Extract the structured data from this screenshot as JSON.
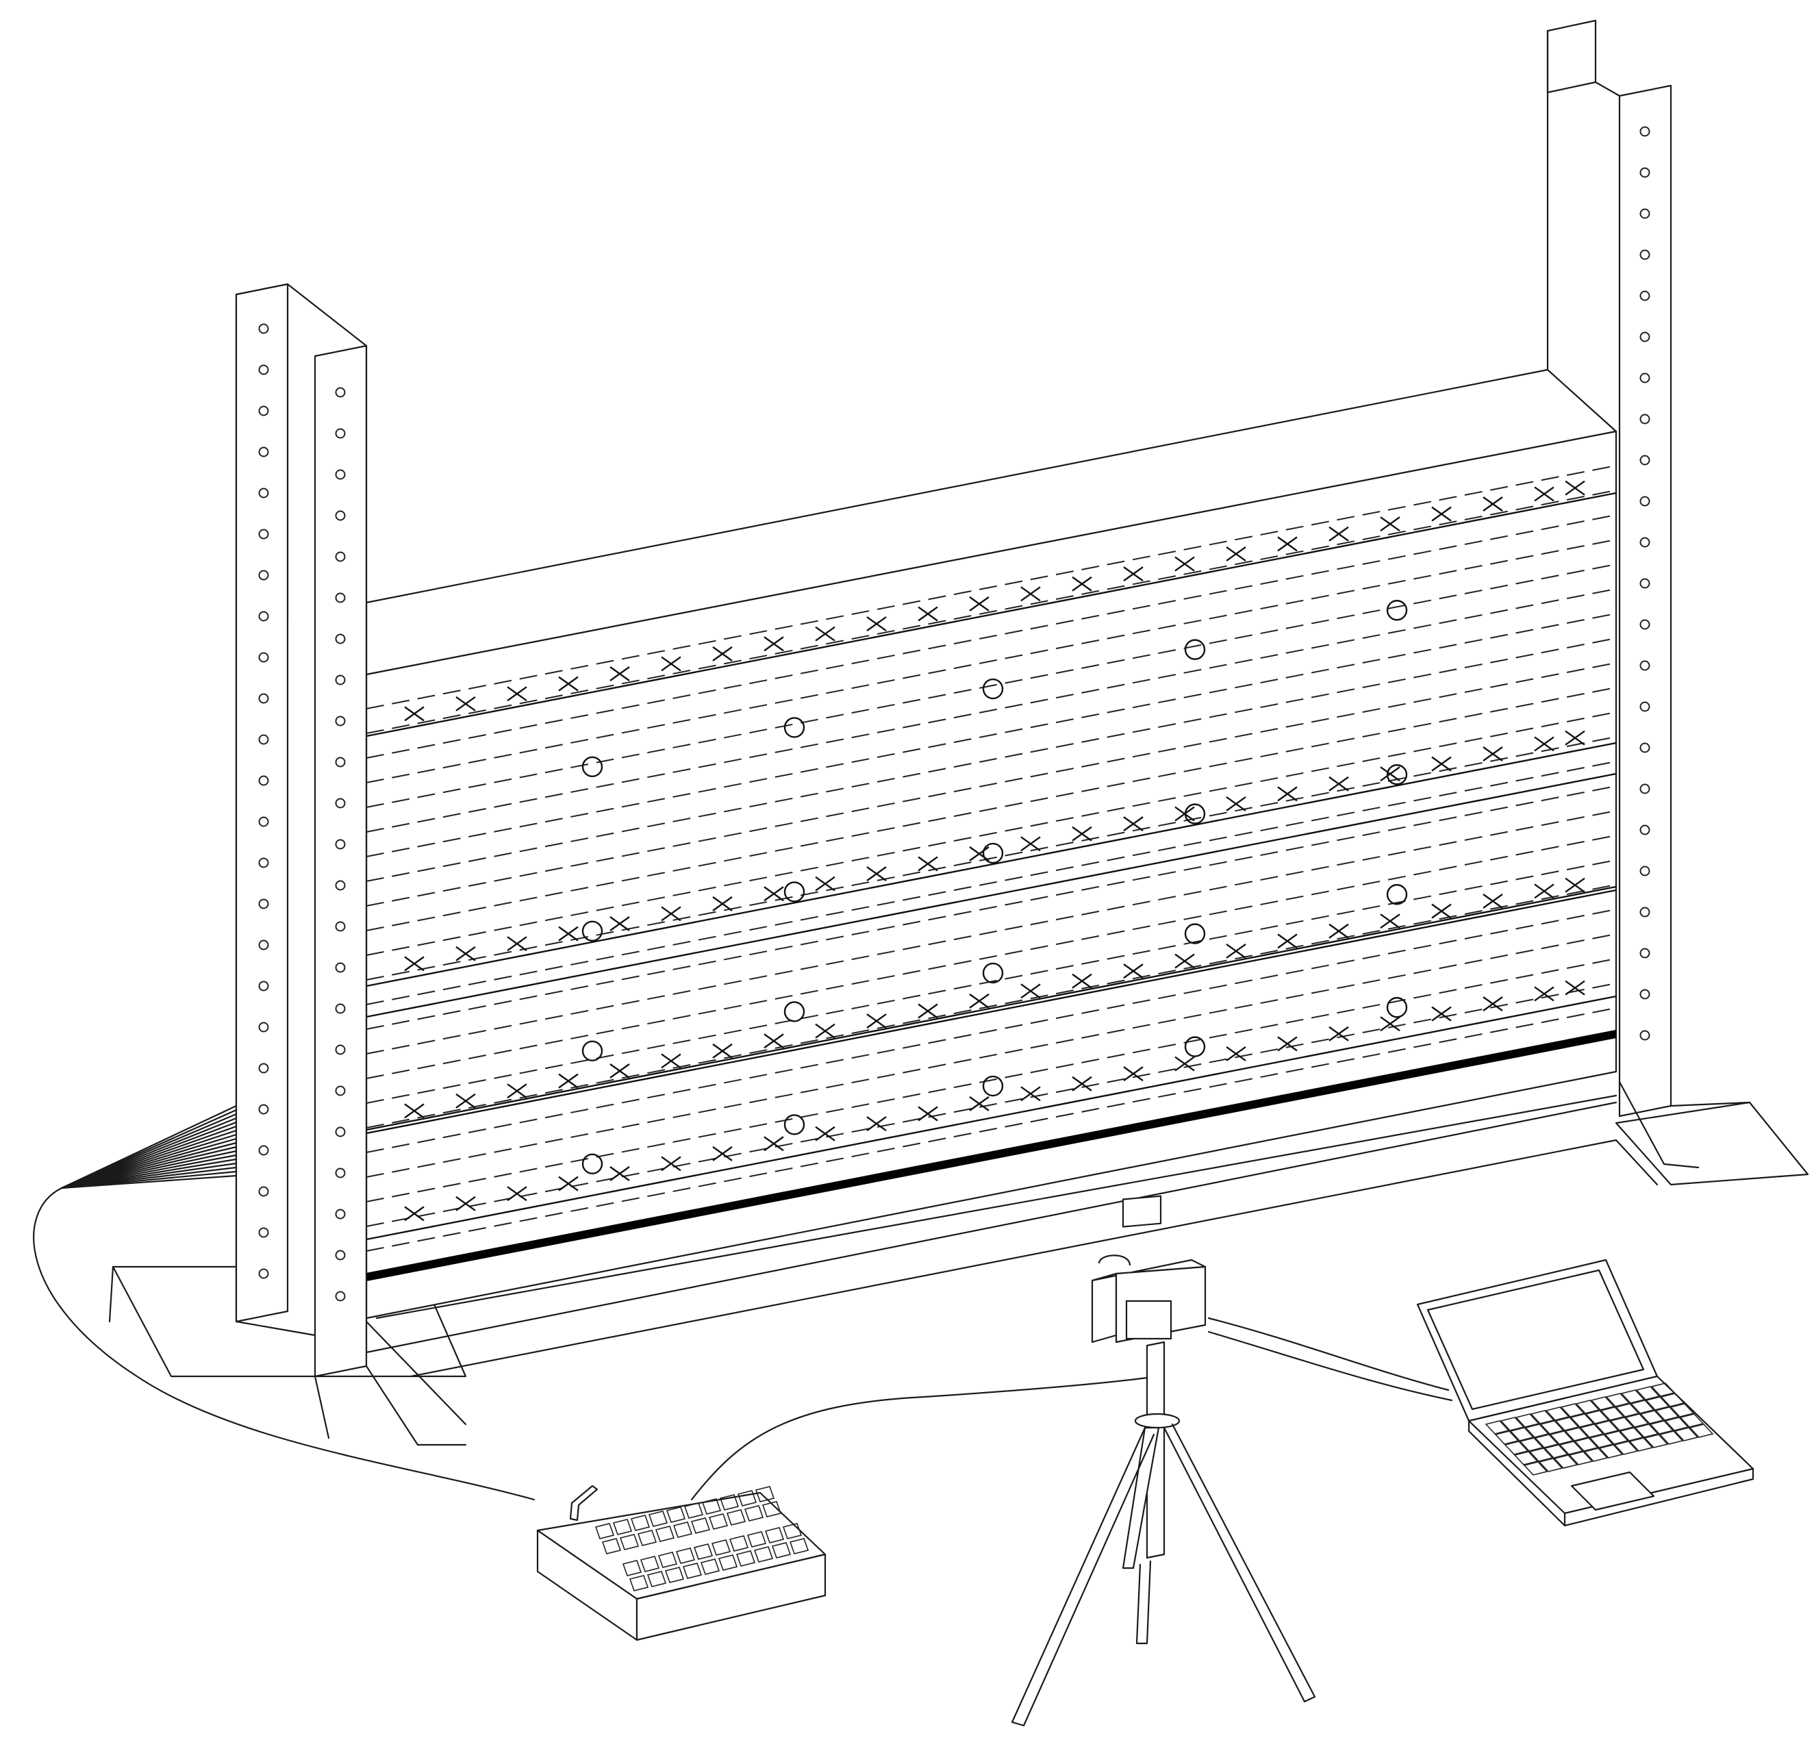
{
  "figure": {
    "description_free": true,
    "stroke_color": "#1a1a1a",
    "background_color": "#ffffff"
  },
  "components": {
    "frame_columns": [
      "left-column-front",
      "left-column-back",
      "right-column-front",
      "right-column-back"
    ],
    "test_wall": {
      "strain_gauge_lines": 6,
      "dashed_lines": 24,
      "reinforcement_bar": 1
    },
    "data_logger": {
      "keypad_rows": 4,
      "keypad_cols": 10,
      "has_antenna": true
    },
    "camera_on_tripod": {
      "tripod_legs": 3
    },
    "laptop": {
      "keyboard_rows": 5,
      "keyboard_cols": 12
    }
  }
}
